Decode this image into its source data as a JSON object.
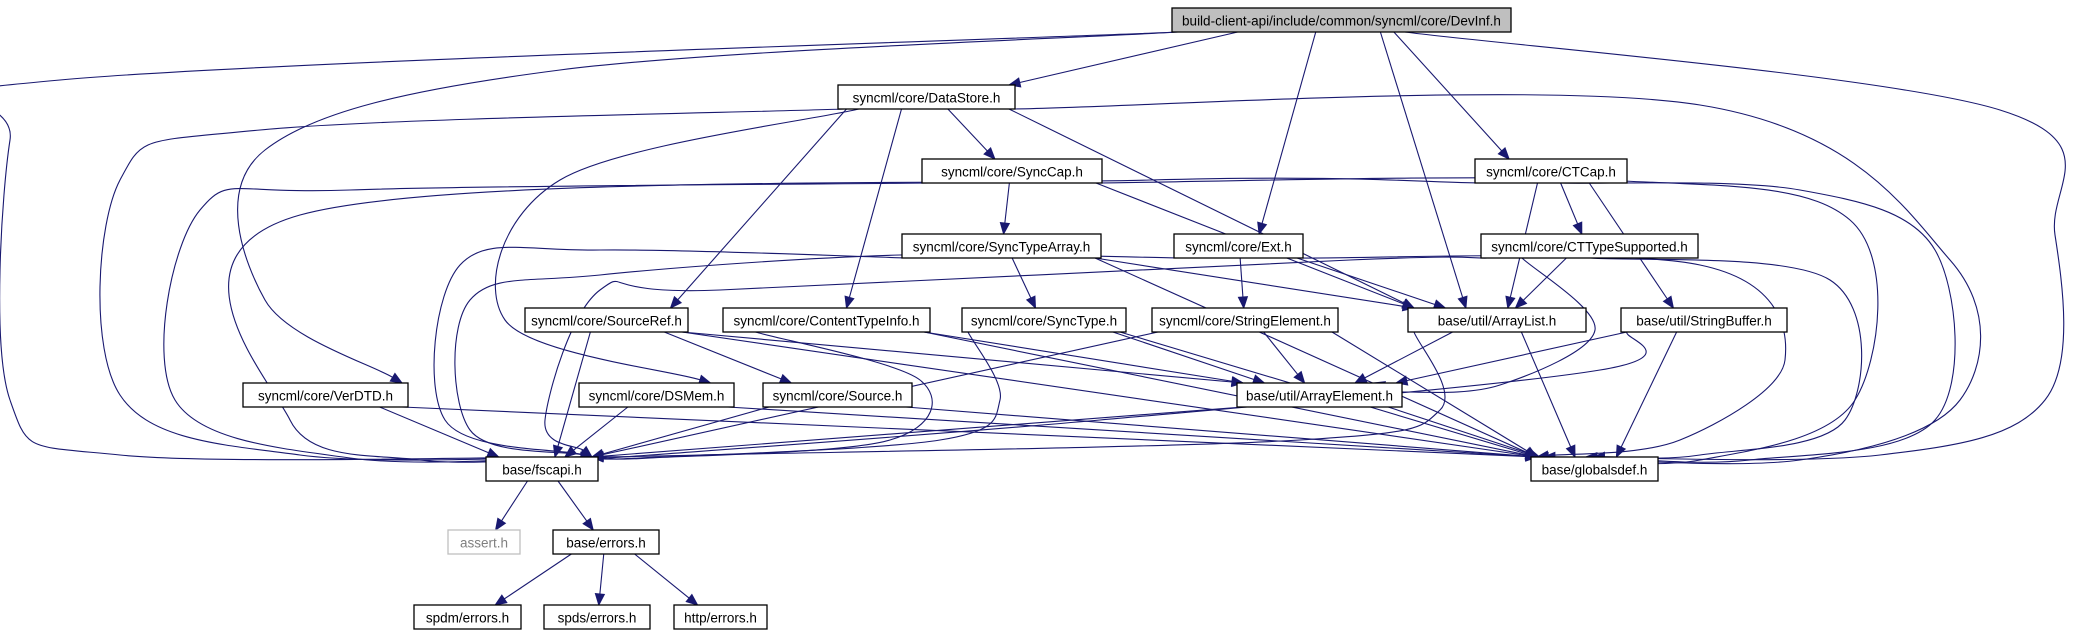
{
  "diagram": {
    "type": "include-dependency-graph",
    "colors": {
      "edge": "#191970",
      "root_fill": "#bfbfbf",
      "node_fill": "#ffffff",
      "ghost_border": "#bfbfbf"
    },
    "nodes": [
      {
        "id": "devinf",
        "label": "build-client-api/include/common/syncml/core/DevInf.h",
        "kind": "root"
      },
      {
        "id": "datastore",
        "label": "syncml/core/DataStore.h"
      },
      {
        "id": "synccap",
        "label": "syncml/core/SyncCap.h"
      },
      {
        "id": "ctcap",
        "label": "syncml/core/CTCap.h"
      },
      {
        "id": "synctypearray",
        "label": "syncml/core/SyncTypeArray.h"
      },
      {
        "id": "ext",
        "label": "syncml/core/Ext.h"
      },
      {
        "id": "cttypesupp",
        "label": "syncml/core/CTTypeSupported.h"
      },
      {
        "id": "sourceref",
        "label": "syncml/core/SourceRef.h"
      },
      {
        "id": "contenttype",
        "label": "syncml/core/ContentTypeInfo.h"
      },
      {
        "id": "synctype",
        "label": "syncml/core/SyncType.h"
      },
      {
        "id": "stringelement",
        "label": "syncml/core/StringElement.h"
      },
      {
        "id": "arraylist",
        "label": "base/util/ArrayList.h"
      },
      {
        "id": "stringbuffer",
        "label": "base/util/StringBuffer.h"
      },
      {
        "id": "verdtd",
        "label": "syncml/core/VerDTD.h"
      },
      {
        "id": "dsmem",
        "label": "syncml/core/DSMem.h"
      },
      {
        "id": "source",
        "label": "syncml/core/Source.h"
      },
      {
        "id": "arrayelement",
        "label": "base/util/ArrayElement.h"
      },
      {
        "id": "fscapi",
        "label": "base/fscapi.h"
      },
      {
        "id": "globalsdef",
        "label": "base/globalsdef.h"
      },
      {
        "id": "assert",
        "label": "assert.h",
        "kind": "ghost"
      },
      {
        "id": "errors",
        "label": "base/errors.h"
      },
      {
        "id": "spdm",
        "label": "spdm/errors.h"
      },
      {
        "id": "spds",
        "label": "spds/errors.h"
      },
      {
        "id": "http",
        "label": "http/errors.h"
      }
    ],
    "edges": [
      [
        "devinf",
        "datastore"
      ],
      [
        "devinf",
        "ctcap"
      ],
      [
        "devinf",
        "ext"
      ],
      [
        "devinf",
        "arraylist"
      ],
      [
        "devinf",
        "verdtd"
      ],
      [
        "devinf",
        "fscapi"
      ],
      [
        "devinf",
        "globalsdef"
      ],
      [
        "datastore",
        "synccap"
      ],
      [
        "datastore",
        "sourceref"
      ],
      [
        "datastore",
        "contenttype"
      ],
      [
        "datastore",
        "dsmem"
      ],
      [
        "datastore",
        "arraylist"
      ],
      [
        "datastore",
        "fscapi"
      ],
      [
        "datastore",
        "globalsdef"
      ],
      [
        "synccap",
        "synctypearray"
      ],
      [
        "synccap",
        "arraylist"
      ],
      [
        "synccap",
        "fscapi"
      ],
      [
        "synccap",
        "globalsdef"
      ],
      [
        "ctcap",
        "cttypesupp"
      ],
      [
        "ctcap",
        "stringbuffer"
      ],
      [
        "ctcap",
        "arraylist"
      ],
      [
        "ctcap",
        "fscapi"
      ],
      [
        "ctcap",
        "globalsdef"
      ],
      [
        "synctypearray",
        "synctype"
      ],
      [
        "synctypearray",
        "arraylist"
      ],
      [
        "synctypearray",
        "fscapi"
      ],
      [
        "synctypearray",
        "globalsdef"
      ],
      [
        "ext",
        "stringelement"
      ],
      [
        "ext",
        "arraylist"
      ],
      [
        "ext",
        "fscapi"
      ],
      [
        "ext",
        "globalsdef"
      ],
      [
        "cttypesupp",
        "arraylist"
      ],
      [
        "cttypesupp",
        "arrayelement"
      ],
      [
        "cttypesupp",
        "fscapi"
      ],
      [
        "cttypesupp",
        "globalsdef"
      ],
      [
        "sourceref",
        "source"
      ],
      [
        "sourceref",
        "arrayelement"
      ],
      [
        "sourceref",
        "fscapi"
      ],
      [
        "sourceref",
        "globalsdef"
      ],
      [
        "contenttype",
        "arrayelement"
      ],
      [
        "contenttype",
        "fscapi"
      ],
      [
        "contenttype",
        "globalsdef"
      ],
      [
        "synctype",
        "arrayelement"
      ],
      [
        "synctype",
        "fscapi"
      ],
      [
        "synctype",
        "globalsdef"
      ],
      [
        "stringelement",
        "arrayelement"
      ],
      [
        "stringelement",
        "fscapi"
      ],
      [
        "stringelement",
        "globalsdef"
      ],
      [
        "arraylist",
        "arrayelement"
      ],
      [
        "arraylist",
        "fscapi"
      ],
      [
        "arraylist",
        "globalsdef"
      ],
      [
        "stringbuffer",
        "arrayelement"
      ],
      [
        "stringbuffer",
        "fscapi"
      ],
      [
        "stringbuffer",
        "globalsdef"
      ],
      [
        "verdtd",
        "fscapi"
      ],
      [
        "verdtd",
        "globalsdef"
      ],
      [
        "dsmem",
        "fscapi"
      ],
      [
        "dsmem",
        "globalsdef"
      ],
      [
        "source",
        "fscapi"
      ],
      [
        "source",
        "globalsdef"
      ],
      [
        "arrayelement",
        "fscapi"
      ],
      [
        "arrayelement",
        "globalsdef"
      ],
      [
        "fscapi",
        "assert"
      ],
      [
        "fscapi",
        "errors"
      ],
      [
        "errors",
        "spdm"
      ],
      [
        "errors",
        "spds"
      ],
      [
        "errors",
        "http"
      ]
    ]
  }
}
